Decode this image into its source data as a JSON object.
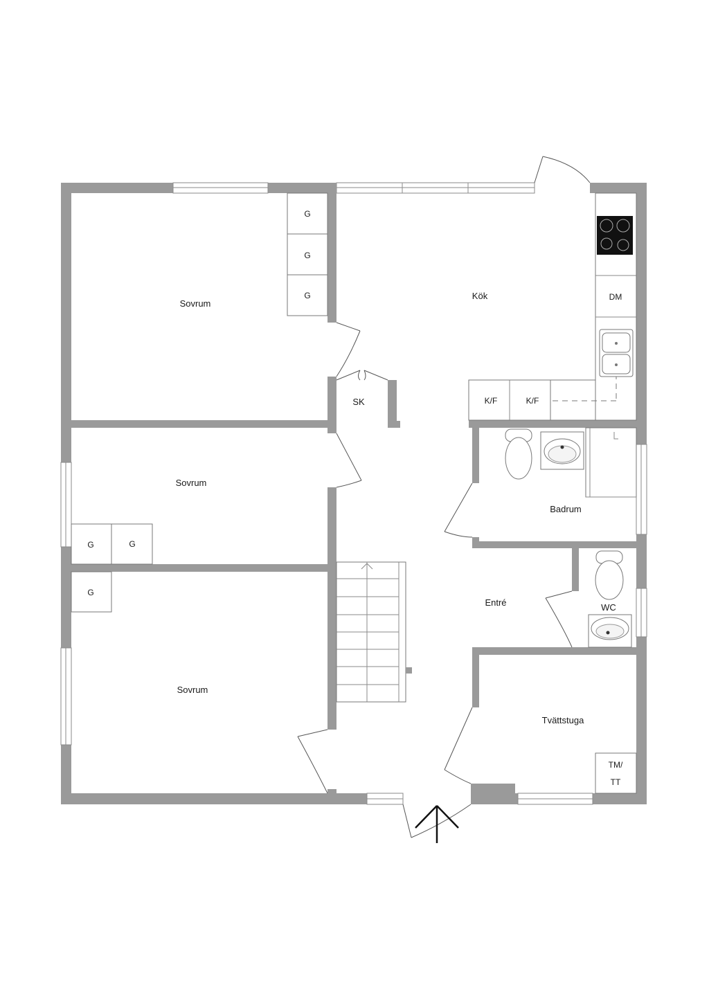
{
  "rooms": {
    "bedroom_top": "Sovrum",
    "bedroom_middle": "Sovrum",
    "bedroom_bottom": "Sovrum",
    "kitchen": "Kök",
    "closet": "SK",
    "bathroom": "Badrum",
    "hall": "Entré",
    "wc": "WC",
    "laundry": "Tvättstuga"
  },
  "fixtures": {
    "wardrobe": "G",
    "dishwasher": "DM",
    "fridge_freezer": "K/F",
    "washer_line1": "TM/",
    "washer_line2": "TT"
  },
  "colors": {
    "wall": "#9a9a9a",
    "line": "#8a8a8a",
    "hob": "#111111"
  }
}
